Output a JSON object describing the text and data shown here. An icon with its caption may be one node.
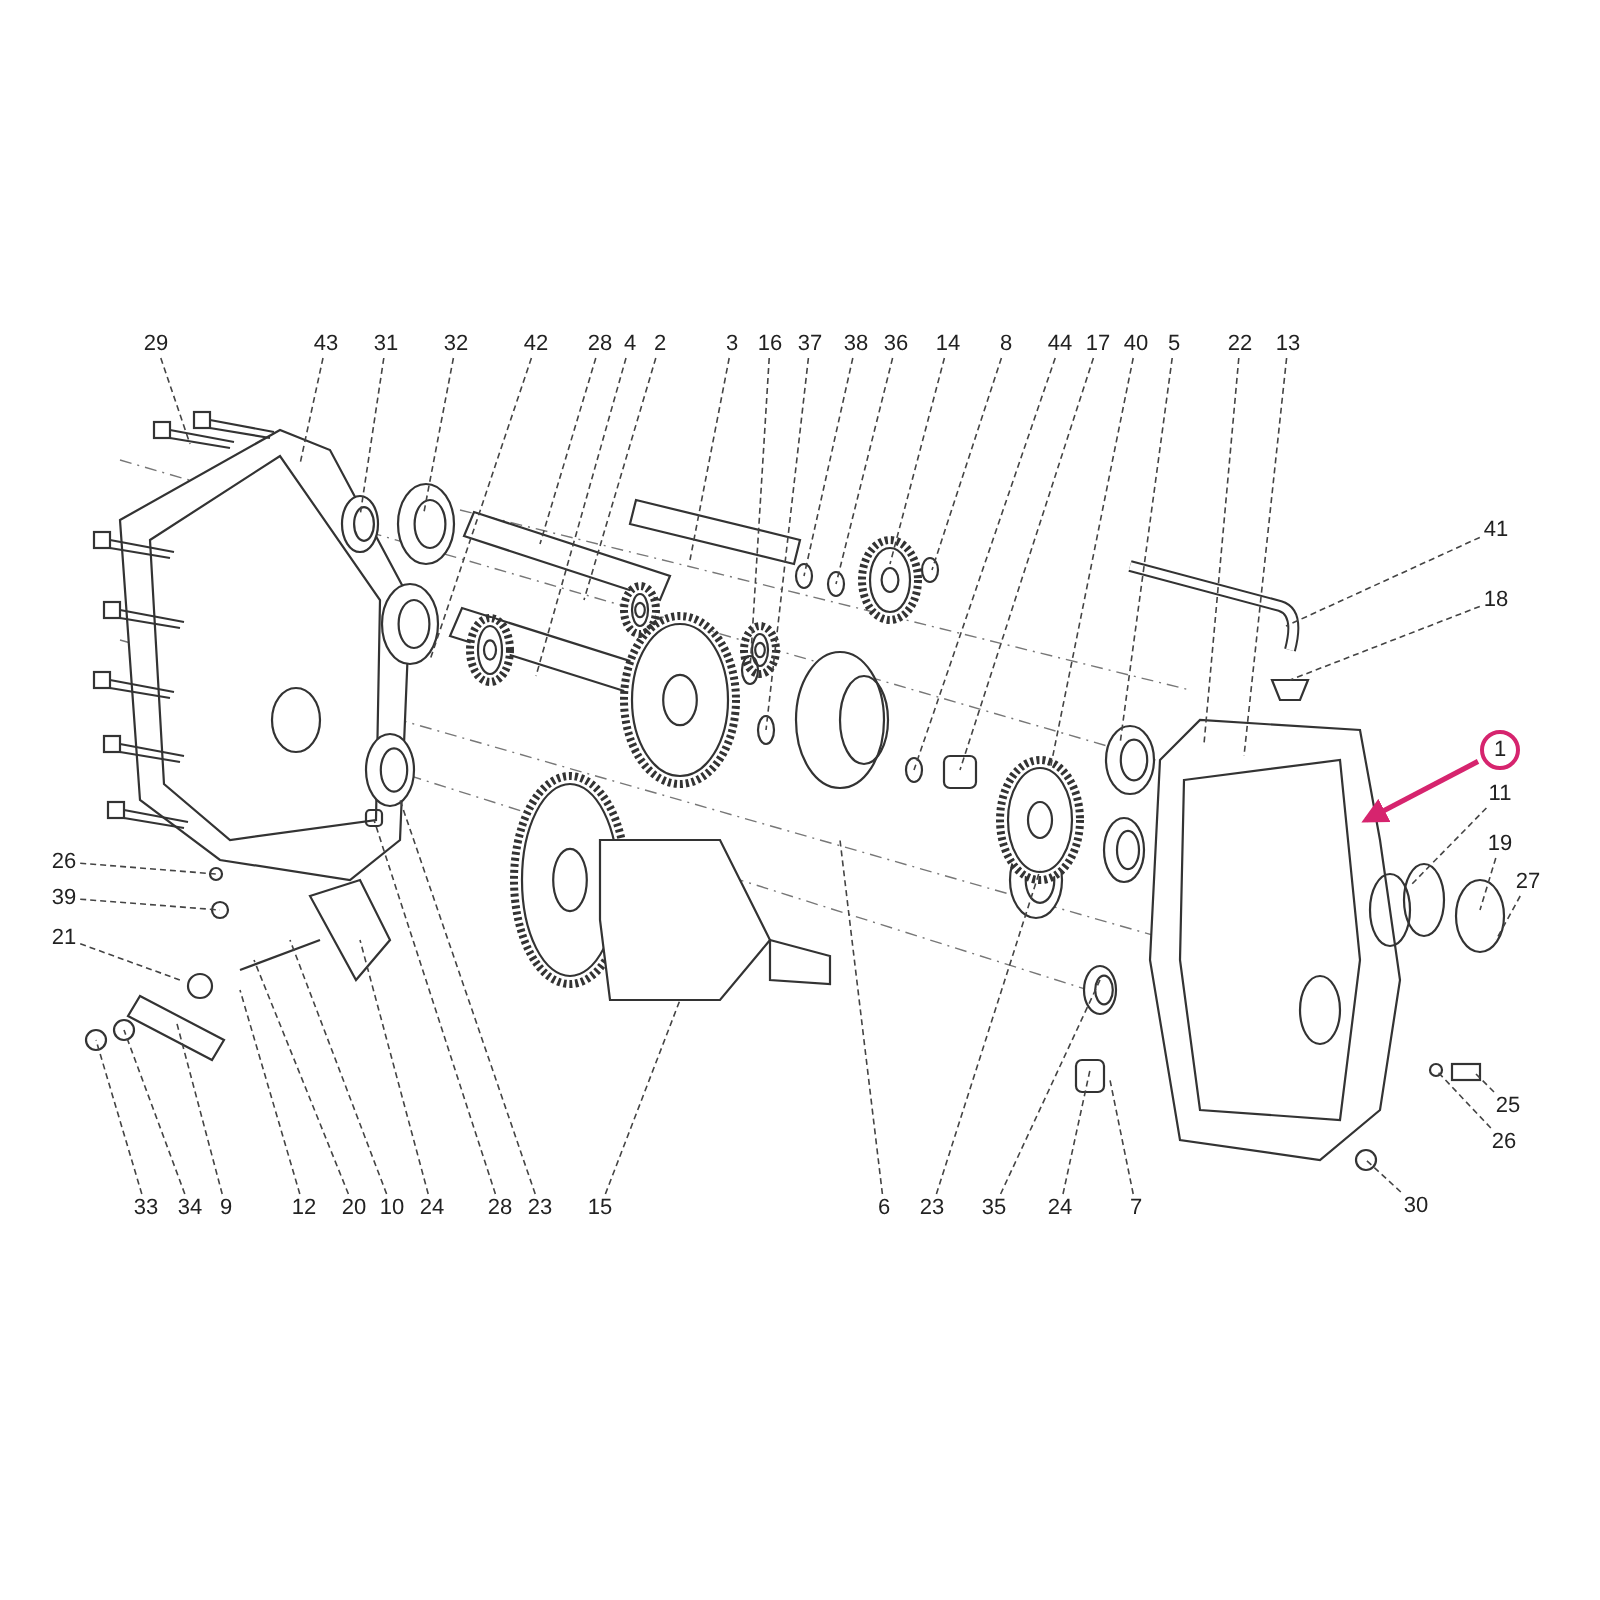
{
  "diagram": {
    "nodes": [
      {
        "text": [
          "29"
        ]
      },
      {
        "text": [
          "43"
        ]
      },
      {
        "text": [
          "31"
        ]
      },
      {
        "text": [
          "32"
        ]
      },
      {
        "text": [
          "42"
        ]
      },
      {
        "text": [
          "28"
        ]
      },
      {
        "text": [
          "4"
        ]
      },
      {
        "text": [
          "2"
        ]
      },
      {
        "text": [
          "3"
        ]
      },
      {
        "text": [
          "16"
        ]
      },
      {
        "text": [
          "37"
        ]
      },
      {
        "text": [
          "38"
        ]
      },
      {
        "text": [
          "36"
        ]
      },
      {
        "text": [
          "14"
        ]
      },
      {
        "text": [
          "8"
        ]
      },
      {
        "text": [
          "44"
        ]
      },
      {
        "text": [
          "17"
        ]
      },
      {
        "text": [
          "40"
        ]
      },
      {
        "text": [
          "5"
        ]
      },
      {
        "text": [
          "22"
        ]
      },
      {
        "text": [
          "13"
        ]
      },
      {
        "text": [
          "41"
        ]
      },
      {
        "text": [
          "18"
        ]
      },
      {
        "text": [
          "1"
        ]
      },
      {
        "text": [
          "11"
        ]
      },
      {
        "text": [
          "19"
        ]
      },
      {
        "text": [
          "27"
        ]
      },
      {
        "text": [
          "25"
        ]
      },
      {
        "text": [
          "26"
        ]
      },
      {
        "text": [
          "30"
        ]
      },
      {
        "text": [
          "26"
        ]
      },
      {
        "text": [
          "39"
        ]
      },
      {
        "text": [
          "21"
        ]
      },
      {
        "text": [
          "33"
        ]
      },
      {
        "text": [
          "34"
        ]
      },
      {
        "text": [
          "9"
        ]
      },
      {
        "text": [
          "12"
        ]
      },
      {
        "text": [
          "20"
        ]
      },
      {
        "text": [
          "10"
        ]
      },
      {
        "text": [
          "24"
        ]
      },
      {
        "text": [
          "28"
        ]
      },
      {
        "text": [
          "23"
        ]
      },
      {
        "text": [
          "15"
        ]
      },
      {
        "text": [
          "6"
        ]
      },
      {
        "text": [
          "23"
        ]
      },
      {
        "text": [
          "35"
        ]
      },
      {
        "text": [
          "24"
        ]
      },
      {
        "text": [
          "7"
        ]
      }
    ],
    "edges": [
      {
        "from": 0,
        "to": null,
        "arrow": "none",
        "style": "dashed"
      },
      {
        "from": 1,
        "to": null,
        "arrow": "none",
        "style": "dashed"
      },
      {
        "from": 2,
        "to": null,
        "arrow": "none",
        "style": "dashed"
      },
      {
        "from": 3,
        "to": null,
        "arrow": "none",
        "style": "dashed"
      },
      {
        "from": 4,
        "to": null,
        "arrow": "none",
        "style": "dashed"
      },
      {
        "from": 5,
        "to": null,
        "arrow": "none",
        "style": "dashed"
      },
      {
        "from": 6,
        "to": null,
        "arrow": "none",
        "style": "dashed"
      },
      {
        "from": 7,
        "to": null,
        "arrow": "none",
        "style": "dashed"
      },
      {
        "from": 8,
        "to": null,
        "arrow": "none",
        "style": "dashed"
      },
      {
        "from": 9,
        "to": null,
        "arrow": "none",
        "style": "dashed"
      },
      {
        "from": 10,
        "to": null,
        "arrow": "none",
        "style": "dashed"
      },
      {
        "from": 11,
        "to": null,
        "arrow": "none",
        "style": "dashed"
      },
      {
        "from": 12,
        "to": null,
        "arrow": "none",
        "style": "dashed"
      },
      {
        "from": 13,
        "to": null,
        "arrow": "none",
        "style": "dashed"
      },
      {
        "from": 14,
        "to": null,
        "arrow": "none",
        "style": "dashed"
      },
      {
        "from": 15,
        "to": null,
        "arrow": "none",
        "style": "dashed"
      },
      {
        "from": 16,
        "to": null,
        "arrow": "none",
        "style": "dashed"
      },
      {
        "from": 17,
        "to": null,
        "arrow": "none",
        "style": "dashed"
      },
      {
        "from": 18,
        "to": null,
        "arrow": "none",
        "style": "dashed"
      },
      {
        "from": 19,
        "to": null,
        "arrow": "none",
        "style": "dashed"
      },
      {
        "from": 20,
        "to": null,
        "arrow": "none",
        "style": "dashed"
      },
      {
        "from": 21,
        "to": null,
        "arrow": "none",
        "style": "dashed"
      },
      {
        "from": 22,
        "to": null,
        "arrow": "none",
        "style": "dashed"
      },
      {
        "from": 23,
        "to": null,
        "arrow": "to",
        "style": "thick",
        "color": "#d6246e"
      },
      {
        "from": 24,
        "to": null,
        "arrow": "none",
        "style": "dashed"
      },
      {
        "from": 25,
        "to": null,
        "arrow": "none",
        "style": "dashed"
      },
      {
        "from": 26,
        "to": null,
        "arrow": "none",
        "style": "dashed"
      },
      {
        "from": 27,
        "to": null,
        "arrow": "none",
        "style": "dashed"
      },
      {
        "from": 28,
        "to": null,
        "arrow": "none",
        "style": "dashed"
      },
      {
        "from": 29,
        "to": null,
        "arrow": "none",
        "style": "dashed"
      },
      {
        "from": 30,
        "to": null,
        "arrow": "none",
        "style": "dashed"
      },
      {
        "from": 31,
        "to": null,
        "arrow": "none",
        "style": "dashed"
      },
      {
        "from": 32,
        "to": null,
        "arrow": "none",
        "style": "dashed"
      },
      {
        "from": 33,
        "to": null,
        "arrow": "none",
        "style": "dashed"
      },
      {
        "from": 34,
        "to": null,
        "arrow": "none",
        "style": "dashed"
      },
      {
        "from": 35,
        "to": null,
        "arrow": "none",
        "style": "dashed"
      },
      {
        "from": 36,
        "to": null,
        "arrow": "none",
        "style": "dashed"
      },
      {
        "from": 37,
        "to": null,
        "arrow": "none",
        "style": "dashed"
      },
      {
        "from": 38,
        "to": null,
        "arrow": "none",
        "style": "dashed"
      },
      {
        "from": 39,
        "to": null,
        "arrow": "none",
        "style": "dashed"
      },
      {
        "from": 40,
        "to": null,
        "arrow": "none",
        "style": "dashed"
      },
      {
        "from": 41,
        "to": null,
        "arrow": "none",
        "style": "dashed"
      },
      {
        "from": 42,
        "to": null,
        "arrow": "none",
        "style": "dashed"
      },
      {
        "from": 43,
        "to": null,
        "arrow": "none",
        "style": "dashed"
      },
      {
        "from": 44,
        "to": null,
        "arrow": "none",
        "style": "dashed"
      },
      {
        "from": 45,
        "to": null,
        "arrow": "none",
        "style": "dashed"
      },
      {
        "from": 46,
        "to": null,
        "arrow": "none",
        "style": "dashed"
      },
      {
        "from": 47,
        "to": null,
        "arrow": "none",
        "style": "dashed"
      }
    ]
  }
}
